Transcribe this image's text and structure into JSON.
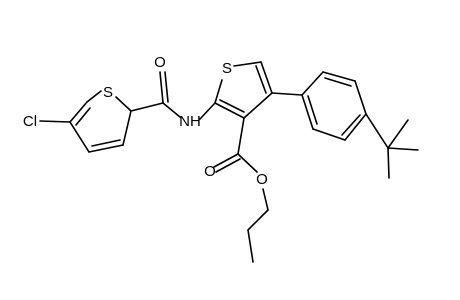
{
  "molecule": {
    "atoms": [
      {
        "id": "S1",
        "label": "S"
      },
      {
        "id": "S2",
        "label": "S"
      },
      {
        "id": "Cl",
        "label": "Cl"
      },
      {
        "id": "O1",
        "label": "O"
      },
      {
        "id": "NH",
        "label": "NH"
      },
      {
        "id": "O2",
        "label": "O"
      },
      {
        "id": "O3",
        "label": "O"
      }
    ]
  }
}
